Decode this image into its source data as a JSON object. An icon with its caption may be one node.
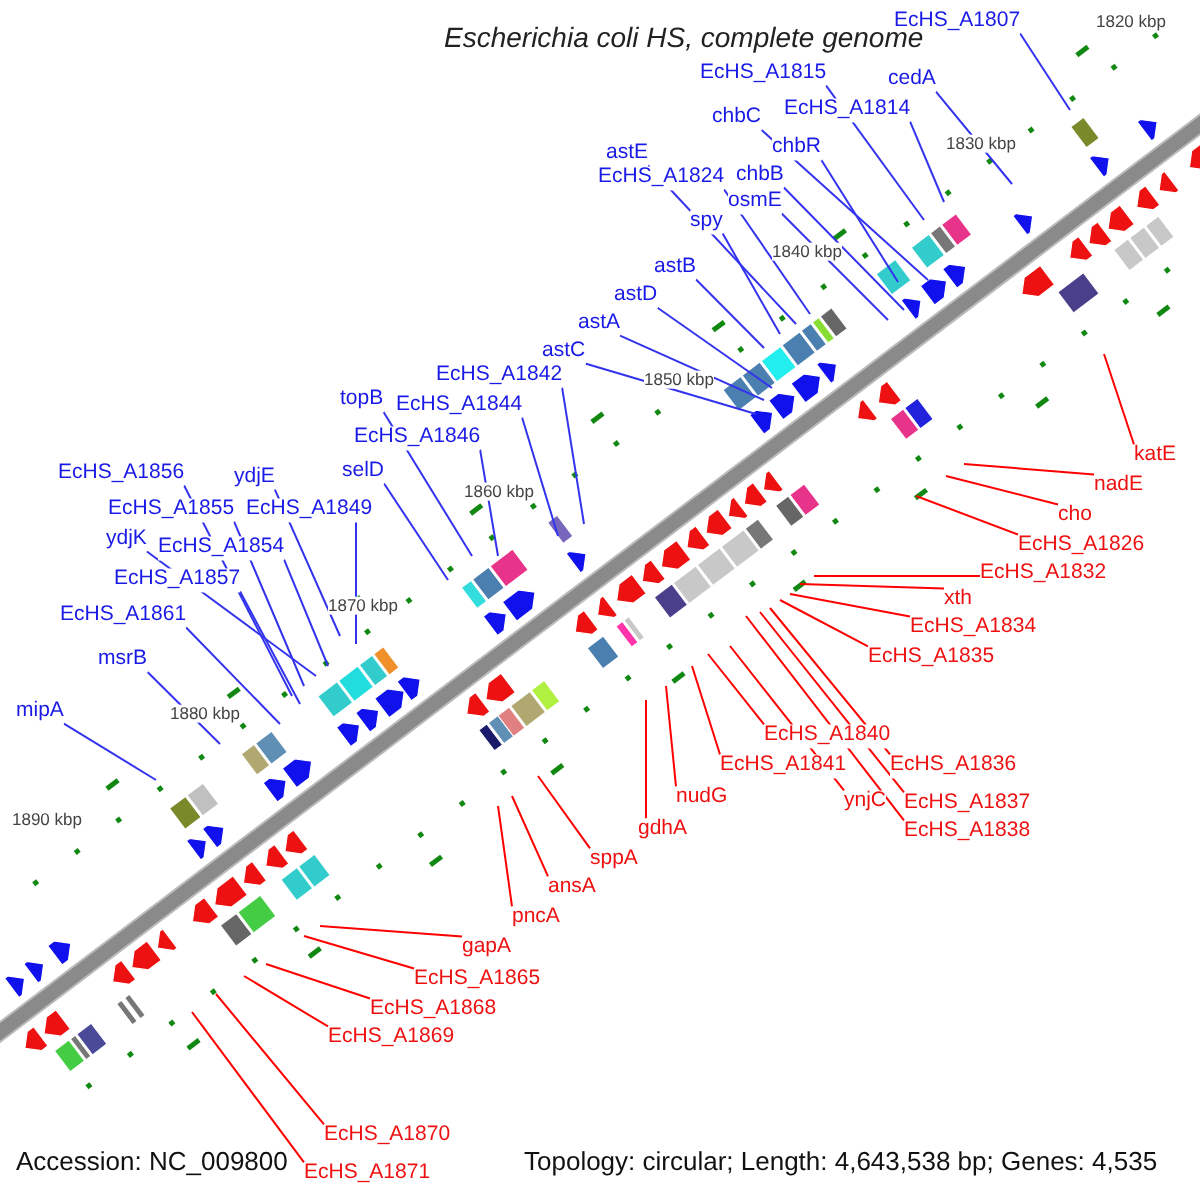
{
  "diagram": {
    "title": "Escherichia coli HS, complete genome",
    "nodes": [
      {
        "text": [
          "EcHS_A1807"
        ]
      },
      {
        "text": [
          "cedA"
        ]
      },
      {
        "text": [
          "EcHS_A1815"
        ]
      },
      {
        "text": [
          "EcHS_A1814"
        ]
      },
      {
        "text": [
          "chbC"
        ]
      },
      {
        "text": [
          "chbR"
        ]
      },
      {
        "text": [
          "astE"
        ]
      },
      {
        "text": [
          "EcHS_A1824"
        ]
      },
      {
        "text": [
          "chbB"
        ]
      },
      {
        "text": [
          "osmE"
        ]
      },
      {
        "text": [
          "spy"
        ]
      },
      {
        "text": [
          "astB"
        ]
      },
      {
        "text": [
          "astD"
        ]
      },
      {
        "text": [
          "astA"
        ]
      },
      {
        "text": [
          "astC"
        ]
      },
      {
        "text": [
          "EcHS_A1842"
        ]
      },
      {
        "text": [
          "topB"
        ]
      },
      {
        "text": [
          "EcHS_A1844"
        ]
      },
      {
        "text": [
          "EcHS_A1846"
        ]
      },
      {
        "text": [
          "selD"
        ]
      },
      {
        "text": [
          "EcHS_A1856"
        ]
      },
      {
        "text": [
          "ydjE"
        ]
      },
      {
        "text": [
          "EcHS_A1855"
        ]
      },
      {
        "text": [
          "EcHS_A1849"
        ]
      },
      {
        "text": [
          "ydjK"
        ]
      },
      {
        "text": [
          "EcHS_A1854"
        ]
      },
      {
        "text": [
          "EcHS_A1857"
        ]
      },
      {
        "text": [
          "EcHS_A1861"
        ]
      },
      {
        "text": [
          "msrB"
        ]
      },
      {
        "text": [
          "mipA"
        ]
      },
      {
        "text": [
          "katE"
        ]
      },
      {
        "text": [
          "nadE"
        ]
      },
      {
        "text": [
          "cho"
        ]
      },
      {
        "text": [
          "EcHS_A1826"
        ]
      },
      {
        "text": [
          "EcHS_A1832"
        ]
      },
      {
        "text": [
          "xth"
        ]
      },
      {
        "text": [
          "EcHS_A1834"
        ]
      },
      {
        "text": [
          "EcHS_A1835"
        ]
      },
      {
        "text": [
          "EcHS_A1840"
        ]
      },
      {
        "text": [
          "EcHS_A1841"
        ]
      },
      {
        "text": [
          "EcHS_A1836"
        ]
      },
      {
        "text": [
          "ynjC"
        ]
      },
      {
        "text": [
          "EcHS_A1837"
        ]
      },
      {
        "text": [
          "EcHS_A1838"
        ]
      },
      {
        "text": [
          "nudG"
        ]
      },
      {
        "text": [
          "gdhA"
        ]
      },
      {
        "text": [
          "sppA"
        ]
      },
      {
        "text": [
          "ansA"
        ]
      },
      {
        "text": [
          "pncA"
        ]
      },
      {
        "text": [
          "gapA"
        ]
      },
      {
        "text": [
          "EcHS_A1865"
        ]
      },
      {
        "text": [
          "EcHS_A1868"
        ]
      },
      {
        "text": [
          "EcHS_A1869"
        ]
      },
      {
        "text": [
          "EcHS_A1870"
        ]
      },
      {
        "text": [
          "EcHS_A1871"
        ]
      }
    ],
    "edges": [
      {
        "from": 0,
        "to": null,
        "arrow": "none"
      },
      {
        "from": 1,
        "to": null,
        "arrow": "none"
      },
      {
        "from": 2,
        "to": null,
        "arrow": "none"
      },
      {
        "from": 3,
        "to": null,
        "arrow": "none"
      },
      {
        "from": 4,
        "to": null,
        "arrow": "none"
      },
      {
        "from": 5,
        "to": null,
        "arrow": "none"
      },
      {
        "from": 6,
        "to": null,
        "arrow": "none"
      },
      {
        "from": 7,
        "to": null,
        "arrow": "none"
      },
      {
        "from": 8,
        "to": null,
        "arrow": "none"
      },
      {
        "from": 9,
        "to": null,
        "arrow": "none"
      },
      {
        "from": 10,
        "to": null,
        "arrow": "none"
      },
      {
        "from": 11,
        "to": null,
        "arrow": "none"
      },
      {
        "from": 12,
        "to": null,
        "arrow": "none"
      },
      {
        "from": 13,
        "to": null,
        "arrow": "none"
      },
      {
        "from": 14,
        "to": null,
        "arrow": "none"
      },
      {
        "from": 15,
        "to": null,
        "arrow": "none"
      },
      {
        "from": 16,
        "to": null,
        "arrow": "none"
      },
      {
        "from": 17,
        "to": null,
        "arrow": "none"
      },
      {
        "from": 18,
        "to": null,
        "arrow": "none"
      },
      {
        "from": 19,
        "to": null,
        "arrow": "none"
      },
      {
        "from": 20,
        "to": null,
        "arrow": "none"
      },
      {
        "from": 21,
        "to": null,
        "arrow": "none"
      },
      {
        "from": 22,
        "to": null,
        "arrow": "none"
      },
      {
        "from": 23,
        "to": null,
        "arrow": "none"
      },
      {
        "from": 24,
        "to": null,
        "arrow": "none"
      },
      {
        "from": 25,
        "to": null,
        "arrow": "none"
      },
      {
        "from": 26,
        "to": null,
        "arrow": "none"
      },
      {
        "from": 27,
        "to": null,
        "arrow": "none"
      },
      {
        "from": 28,
        "to": null,
        "arrow": "none"
      },
      {
        "from": 29,
        "to": null,
        "arrow": "none"
      },
      {
        "from": 30,
        "to": null,
        "arrow": "none",
        "color": "#ff0000"
      },
      {
        "from": 31,
        "to": null,
        "arrow": "none",
        "color": "#ff0000"
      },
      {
        "from": 32,
        "to": null,
        "arrow": "none",
        "color": "#ff0000"
      },
      {
        "from": 33,
        "to": null,
        "arrow": "none",
        "color": "#ff0000"
      },
      {
        "from": 34,
        "to": null,
        "arrow": "none",
        "color": "#ff0000"
      },
      {
        "from": 35,
        "to": null,
        "arrow": "none",
        "color": "#ff0000"
      },
      {
        "from": 36,
        "to": null,
        "arrow": "none",
        "color": "#ff0000"
      },
      {
        "from": 37,
        "to": null,
        "arrow": "none",
        "color": "#ff0000"
      },
      {
        "from": 38,
        "to": null,
        "arrow": "none",
        "color": "#ff0000"
      },
      {
        "from": 39,
        "to": null,
        "arrow": "none",
        "color": "#ff0000"
      },
      {
        "from": 40,
        "to": null,
        "arrow": "none",
        "color": "#ff0000"
      },
      {
        "from": 41,
        "to": null,
        "arrow": "none",
        "color": "#ff0000"
      },
      {
        "from": 42,
        "to": null,
        "arrow": "none",
        "color": "#ff0000"
      },
      {
        "from": 43,
        "to": null,
        "arrow": "none",
        "color": "#ff0000"
      },
      {
        "from": 44,
        "to": null,
        "arrow": "none",
        "color": "#ff0000"
      },
      {
        "from": 45,
        "to": null,
        "arrow": "none",
        "color": "#ff0000"
      },
      {
        "from": 46,
        "to": null,
        "arrow": "none",
        "color": "#ff0000"
      },
      {
        "from": 47,
        "to": null,
        "arrow": "none",
        "color": "#ff0000"
      },
      {
        "from": 48,
        "to": null,
        "arrow": "none",
        "color": "#ff0000"
      },
      {
        "from": 49,
        "to": null,
        "arrow": "none",
        "color": "#ff0000"
      },
      {
        "from": 50,
        "to": null,
        "arrow": "none",
        "color": "#ff0000"
      },
      {
        "from": 51,
        "to": null,
        "arrow": "none",
        "color": "#ff0000"
      },
      {
        "from": 52,
        "to": null,
        "arrow": "none",
        "color": "#ff0000"
      },
      {
        "from": 53,
        "to": null,
        "arrow": "none",
        "color": "#ff0000"
      },
      {
        "from": 54,
        "to": null,
        "arrow": "none",
        "color": "#ff0000"
      }
    ],
    "labels": [
      "1820 kbp",
      "1830 kbp",
      "1840 kbp",
      "1850 kbp",
      "1860 kbp",
      "1870 kbp",
      "1880 kbp",
      "1890 kbp",
      "Accession: NC_009800",
      "Topology: circular; Length: 4,643,538 bp; Genes: 4,535"
    ]
  }
}
